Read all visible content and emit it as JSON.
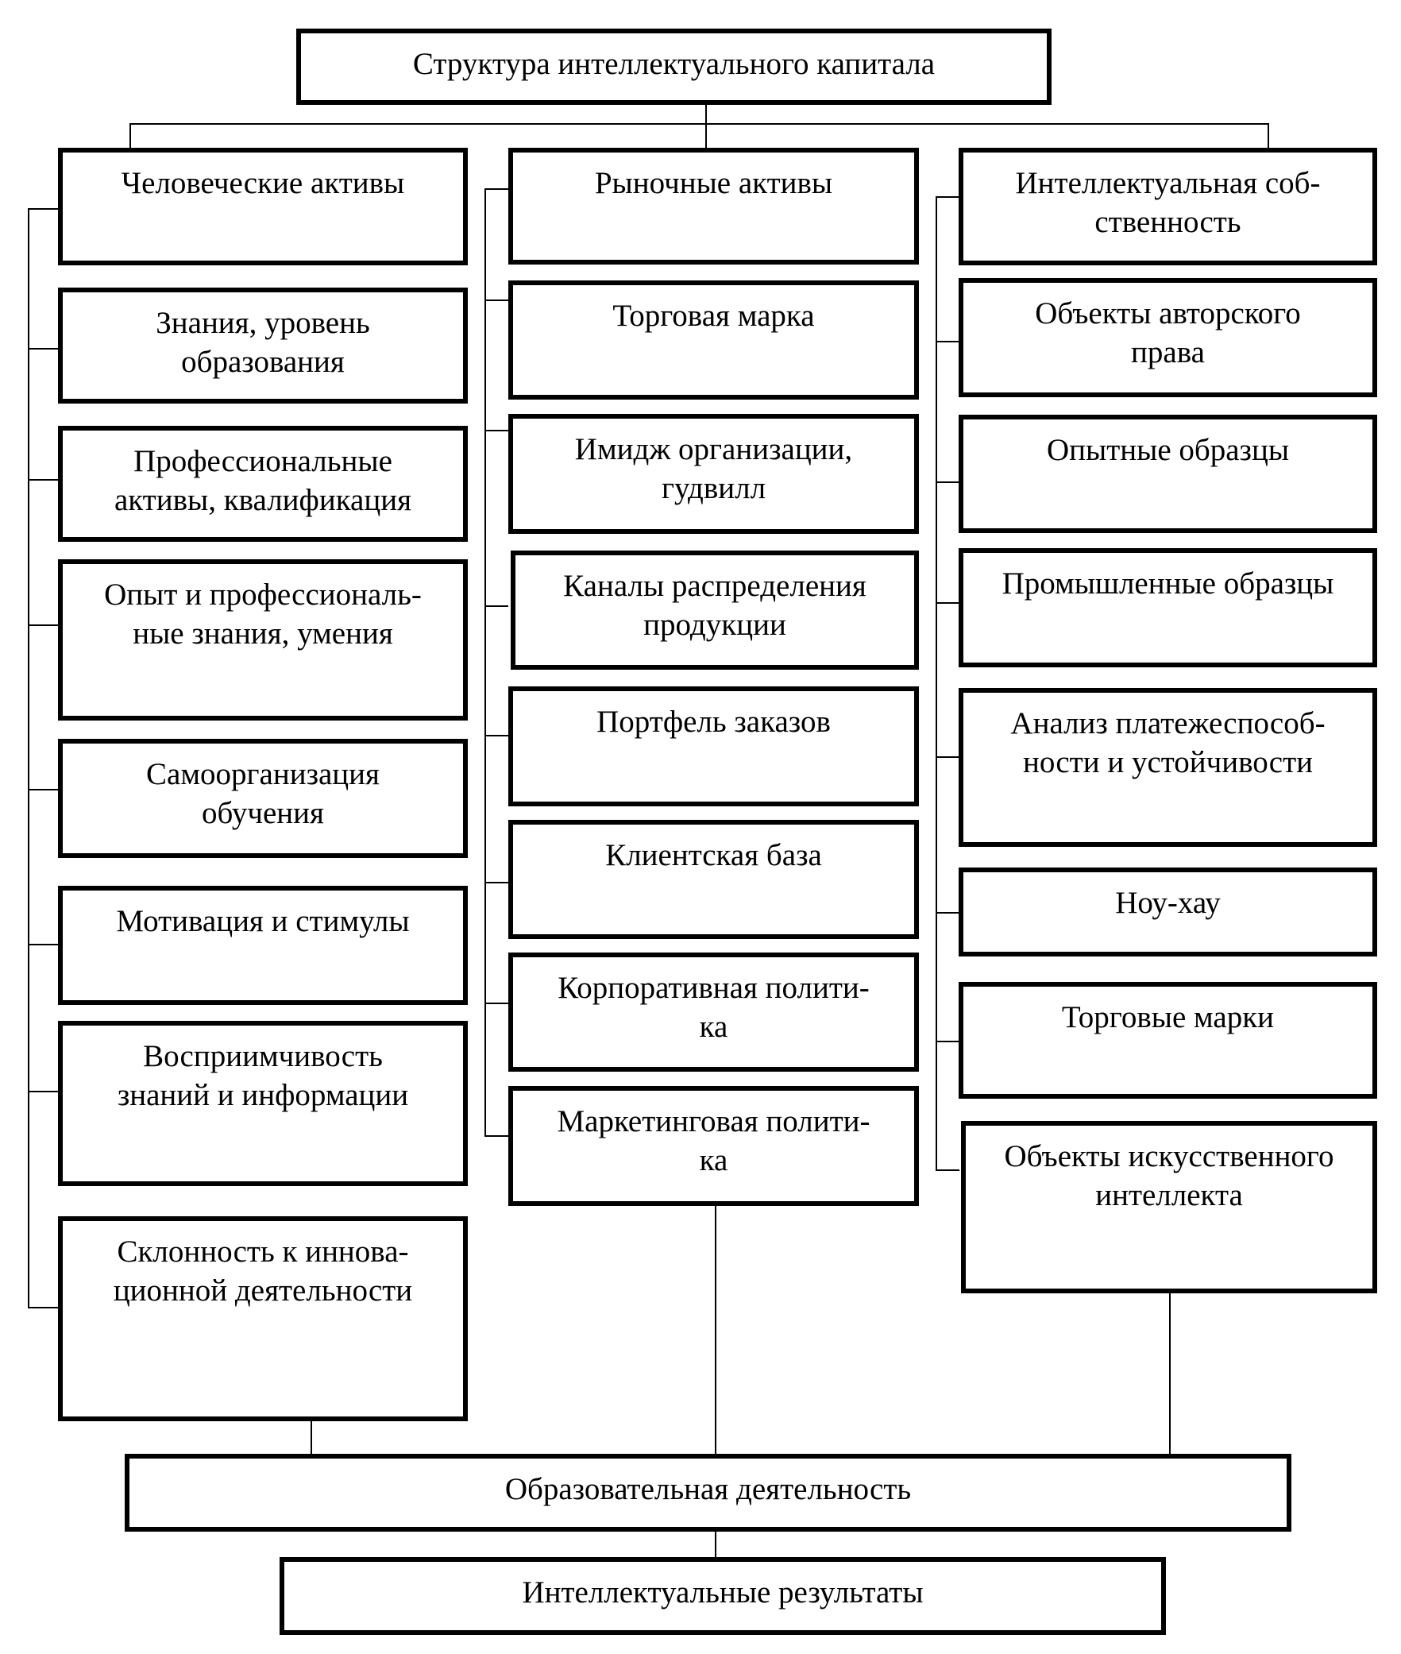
{
  "diagram": {
    "root": "Структура интеллектуального капитала",
    "columns": [
      {
        "header": [
          "Человеческие активы"
        ],
        "items": [
          [
            "Знания, уровень",
            "образования"
          ],
          [
            "Профессиональные",
            "активы, квалификация"
          ],
          [
            "Опыт и профессиональ-",
            "ные знания, умения"
          ],
          [
            "Самоорганизация",
            "обучения"
          ],
          [
            "Мотивация и стимулы"
          ],
          [
            "Восприимчивость",
            "знаний и информации"
          ],
          [
            "Склонность к иннова-",
            "ционной деятельности"
          ]
        ]
      },
      {
        "header": [
          "Рыночные активы"
        ],
        "items": [
          [
            "Торговая марка"
          ],
          [
            "Имидж организации,",
            "гудвилл"
          ],
          [
            "Каналы распределения",
            "продукции"
          ],
          [
            "Портфель заказов"
          ],
          [
            "Клиентская база"
          ],
          [
            "Корпоративная полити-",
            "ка"
          ],
          [
            "Маркетинговая полити-",
            "ка"
          ]
        ]
      },
      {
        "header": [
          "Интеллектуальная соб-",
          "ственность"
        ],
        "items": [
          [
            "Объекты авторского",
            "права"
          ],
          [
            "Опытные образцы"
          ],
          [
            "Промышленные образцы"
          ],
          [
            "Анализ платежеспособ-",
            "ности и устойчивости"
          ],
          [
            "Ноу-хау"
          ],
          [
            "Торговые марки"
          ],
          [
            "Объекты искусственного",
            "интеллекта"
          ]
        ]
      }
    ],
    "activity": "Образовательная деятельность",
    "results": "Интеллектуальные результаты"
  }
}
